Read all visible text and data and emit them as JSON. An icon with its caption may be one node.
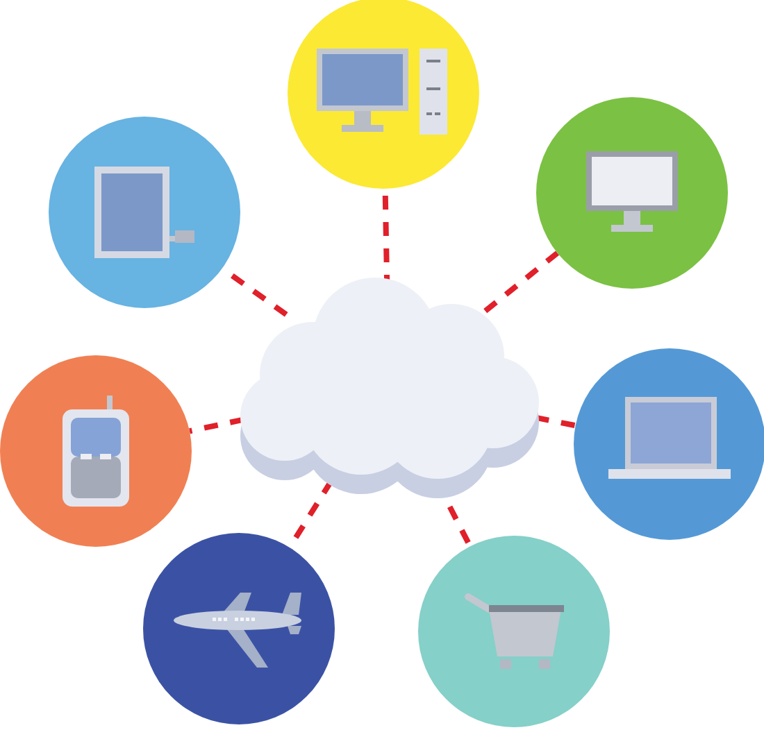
{
  "diagram": {
    "nodes": [
      {
        "text": [],
        "shape": "circle"
      },
      {
        "text": [],
        "shape": "circle"
      },
      {
        "text": [],
        "shape": "circle"
      },
      {
        "text": [],
        "shape": "cloud"
      },
      {
        "text": [],
        "shape": "circle"
      },
      {
        "text": [],
        "shape": "circle"
      },
      {
        "text": [],
        "shape": "circle"
      },
      {
        "text": [],
        "shape": "circle"
      }
    ],
    "edges": [
      {
        "from": 3,
        "to": 0,
        "arrow": "none",
        "style": "dashed"
      },
      {
        "from": 3,
        "to": 1,
        "arrow": "none",
        "style": "dashed"
      },
      {
        "from": 3,
        "to": 2,
        "arrow": "none",
        "style": "dashed"
      },
      {
        "from": 3,
        "to": 4,
        "arrow": "none",
        "style": "dashed"
      },
      {
        "from": 3,
        "to": 5,
        "arrow": "none",
        "style": "dashed"
      },
      {
        "from": 3,
        "to": 6,
        "arrow": "none",
        "style": "dashed"
      },
      {
        "from": 3,
        "to": 7,
        "arrow": "none",
        "style": "dashed"
      }
    ]
  }
}
